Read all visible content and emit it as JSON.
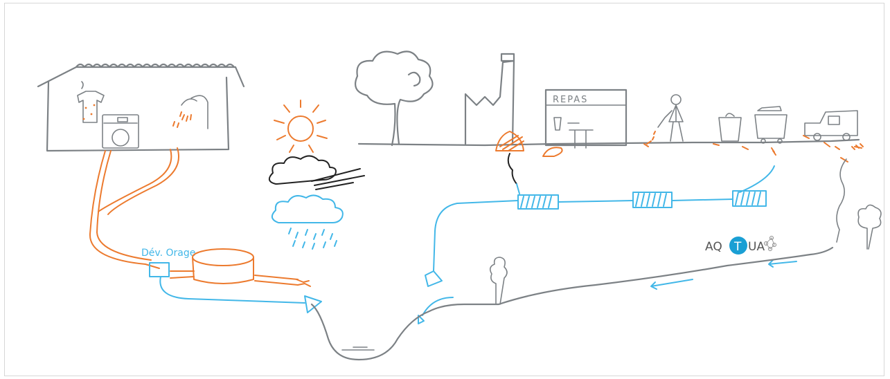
{
  "labels": {
    "repas": "REPAS",
    "deversoir": "Dév. Orage"
  },
  "logo": {
    "text_left": "AQ",
    "text_circle": "T",
    "text_right": "UA",
    "accent": "#1a9fd4"
  },
  "colors": {
    "gray_line": "#7c8185",
    "blue_water": "#42b7e8",
    "orange_waste": "#ec7a2e",
    "black": "#222222"
  }
}
